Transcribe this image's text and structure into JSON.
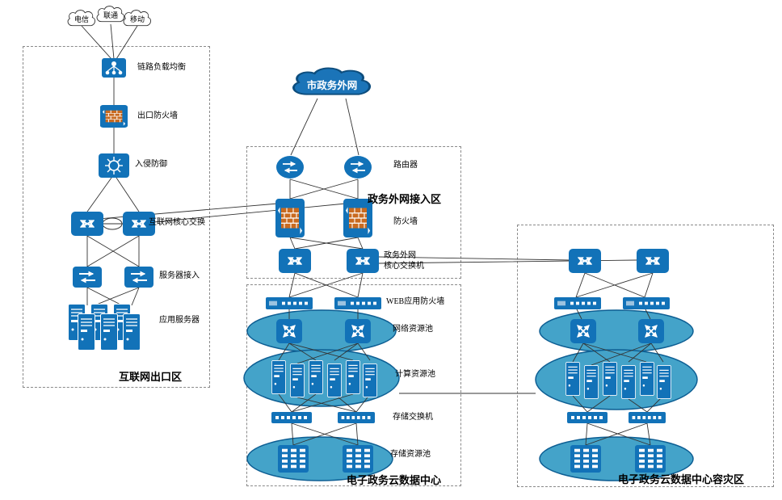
{
  "clouds": {
    "telecom": "电信",
    "unicom": "联通",
    "mobile": "移动",
    "gov_extranet": "市政务外网"
  },
  "zones": {
    "internet_exit": "互联网出口区",
    "extranet_access": "政务外网接入区",
    "cloud_datacenter": "电子政务云数据中心",
    "cloud_dr": "电子政务云数据中心容灾区"
  },
  "labels": {
    "link_load_balancer": "链路负载均衡",
    "exit_firewall": "出口防火墙",
    "intrusion_prevention": "入侵防御",
    "internet_core_switch": "互联网核心交换",
    "server_access": "服务器接入",
    "app_server": "应用服务器",
    "router": "路由器",
    "firewall": "防火墙",
    "extranet_core_switch": "政务外网\n核心交换机",
    "web_app_firewall": "WEB应用防火墙",
    "network_pool": "网络资源池",
    "compute_pool": "计算资源池",
    "storage_switch": "存储交换机",
    "storage_pool": "存储资源池"
  },
  "colors": {
    "device_blue": "#1272b8",
    "pool_fill": "#44a3c9",
    "pool_stroke": "#0d5e93",
    "brick_orange": "#c96a1f",
    "line": "#333333"
  }
}
